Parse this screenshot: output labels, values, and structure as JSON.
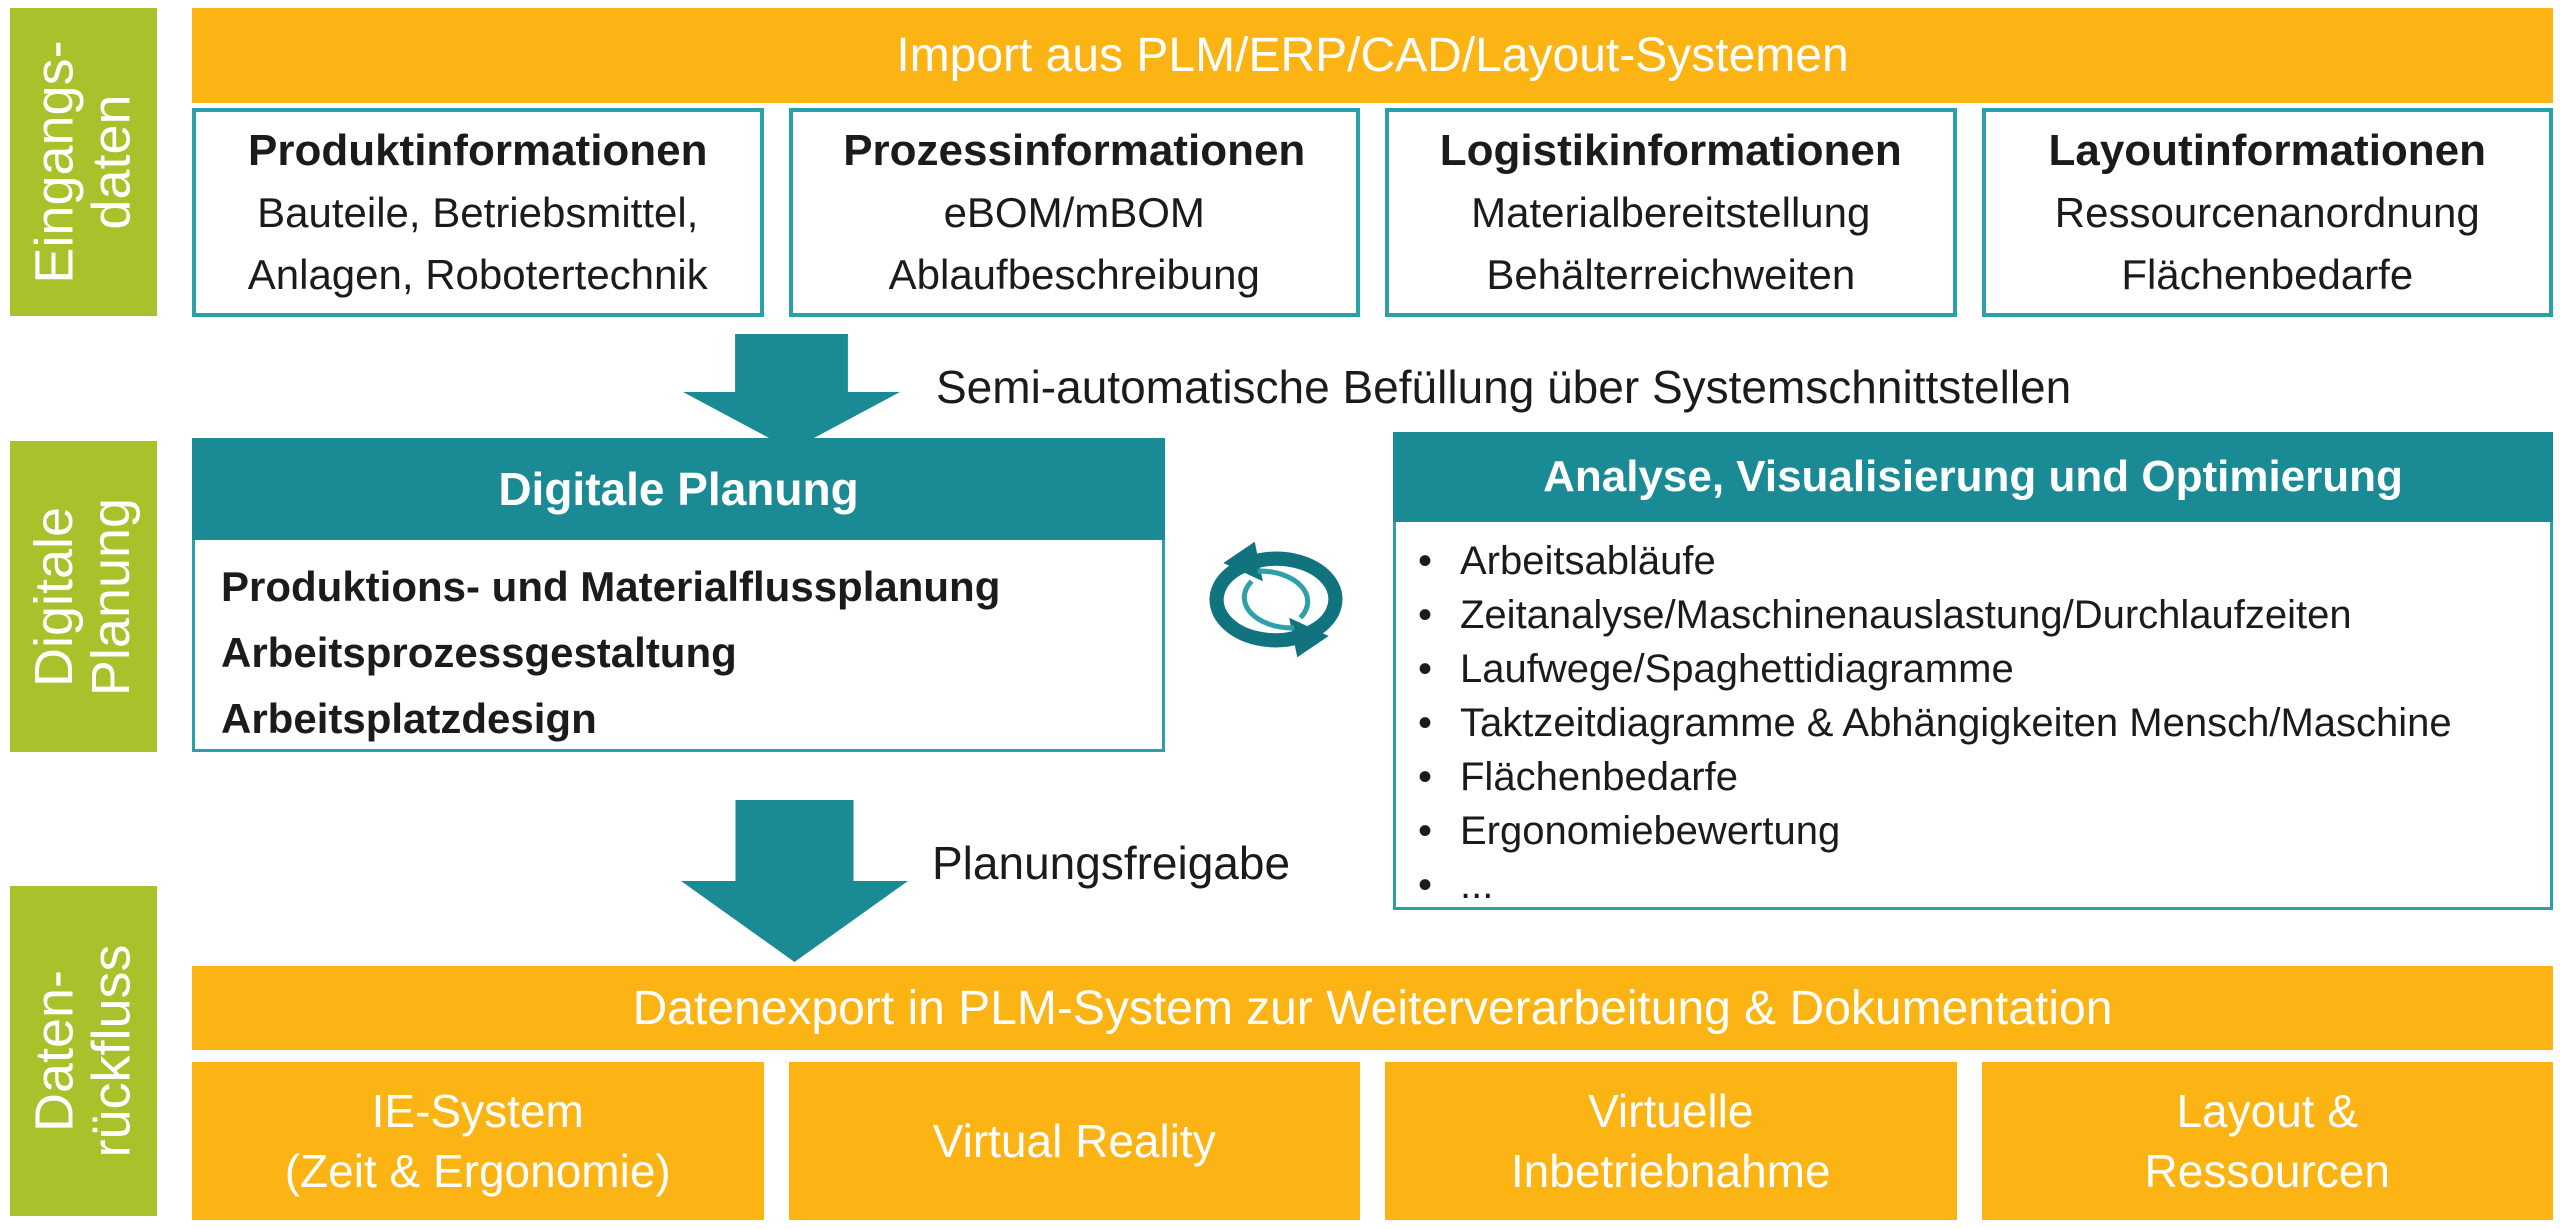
{
  "colors": {
    "green": "#A7C22B",
    "orange": "#FBB414",
    "teal": "#1A8B95",
    "teal_border": "#2AA0A8",
    "teal_icon_dark": "#10737E",
    "teal_icon_light": "#2FA0A9",
    "text": "#1B1B1B",
    "text_on_color": "#FFFFFF"
  },
  "sidebar": {
    "sections": [
      {
        "label": "Eingangs-\ndaten"
      },
      {
        "label": "Digitale\nPlanung"
      },
      {
        "label": "Daten-\nrückfluss"
      }
    ]
  },
  "top": {
    "banner": "Import aus PLM/ERP/CAD/Layout-Systemen",
    "boxes": [
      {
        "title": "Produktinformationen",
        "body": "Bauteile, Betriebsmittel,\nAnlagen, Robotertechnik"
      },
      {
        "title": "Prozessinformationen",
        "body": "eBOM/mBOM\nAblaufbeschreibung"
      },
      {
        "title": "Logistikinformationen",
        "body": "Materialbereitstellung\nBehälterreichweiten"
      },
      {
        "title": "Layoutinformationen",
        "body": "Ressourcenanordnung\nFlächenbedarfe"
      }
    ]
  },
  "flow1": {
    "label": "Semi-automatische Befüllung über Systemschnittstellen",
    "icon": "arrow-down"
  },
  "middle": {
    "planning": {
      "header": "Digitale Planung",
      "body": "Produktions- und Materialflussplanung\nArbeitsprozessgestaltung\nArbeitsplatzdesign"
    },
    "cycle_icon": "cycle-arrows",
    "analysis": {
      "header": "Analyse, Visualisierung und Optimierung",
      "items": [
        "Arbeitsabläufe",
        "Zeitanalyse/Maschinenauslastung/Durchlaufzeiten",
        "Laufwege/Spaghettidiagramme",
        "Taktzeitdiagramme & Abhängigkeiten Mensch/Maschine",
        "Flächenbedarfe",
        "Ergonomiebewertung",
        "..."
      ]
    }
  },
  "flow2": {
    "label": "Planungsfreigabe",
    "icon": "arrow-down"
  },
  "bottom": {
    "banner": "Datenexport in PLM-System zur Weiterverarbeitung & Dokumentation",
    "boxes": [
      "IE-System\n(Zeit & Ergonomie)",
      "Virtual Reality",
      "Virtuelle\nInbetriebnahme",
      "Layout &\nRessourcen"
    ]
  }
}
